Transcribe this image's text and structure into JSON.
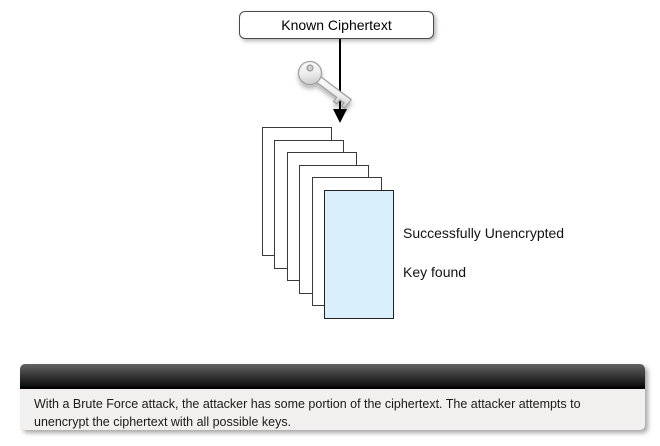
{
  "diagram": {
    "title_box": {
      "label": "Known Ciphertext"
    },
    "icons": {
      "key": "key-icon",
      "arrow": "down-arrow-icon"
    },
    "stack": {
      "page_count": 6,
      "highlighted_page_index": 6,
      "highlight_fill": "#d9f0fc",
      "page_fill": "#ffffff",
      "page_border": "#3a3a3a"
    },
    "annotations": {
      "success_label": "Successfully Unencrypted",
      "key_found_label": "Key found"
    }
  },
  "caption": {
    "line1": "With a Brute Force attack, the attacker has some portion of the ciphertext. The attacker attempts to",
    "line2": "unencrypt the ciphertext with all possible keys.",
    "header_color_top": "#636363",
    "header_color_bottom": "#000000",
    "body_color": "#f1f0ee"
  }
}
